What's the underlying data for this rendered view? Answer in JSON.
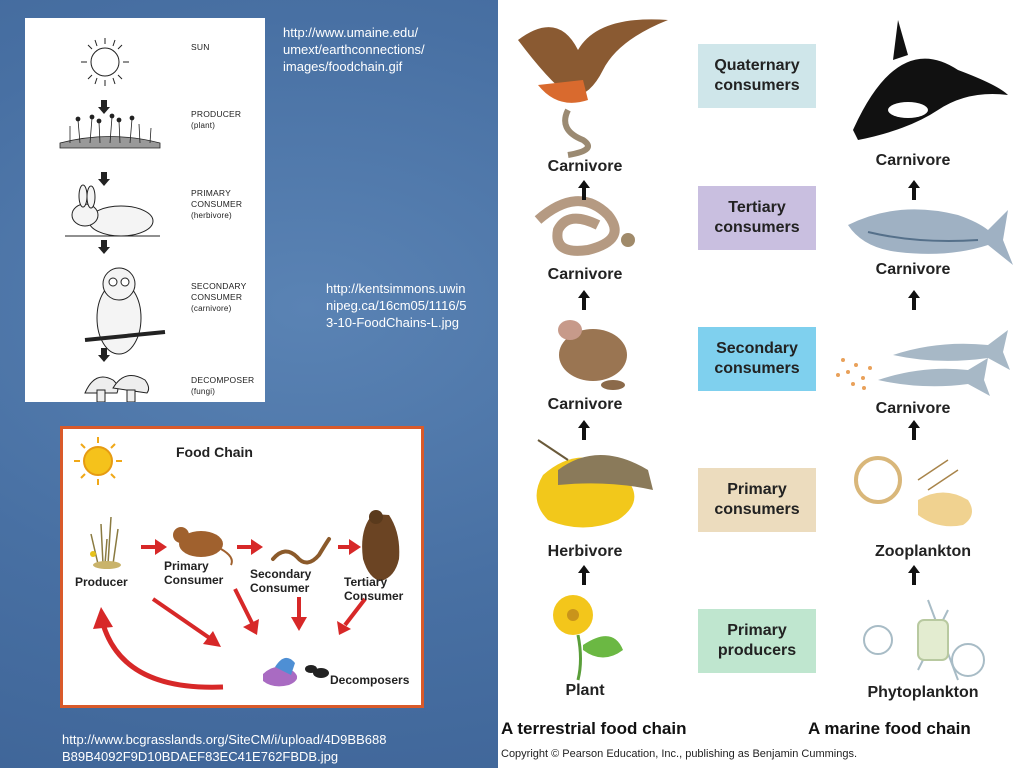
{
  "urls": {
    "umaine": [
      "http://www.umaine.edu/",
      "umext/earthconnections/",
      "images/foodchain.gif"
    ],
    "kentsimmons": [
      "http://kentsimmons.uwin",
      "nipeg.ca/16cm05/1116/5",
      "3-10-FoodChains-L.jpg"
    ],
    "bcgrasslands": [
      "http://www.bcgrasslands.org/SiteCM/i/upload/4D9BB688",
      "B89B4092F9D10BDAEF83EC41E762FBDB.jpg"
    ]
  },
  "basic_chain": {
    "levels": [
      {
        "name": "SUN",
        "sub": ""
      },
      {
        "name": "PRODUCER",
        "sub": "(plant)"
      },
      {
        "name": "PRIMARY CONSUMER",
        "sub": "(herbivore)"
      },
      {
        "name": "SECONDARY CONSUMER",
        "sub": "(carnivore)"
      },
      {
        "name": "DECOMPOSER",
        "sub": "(fungi)"
      }
    ]
  },
  "food_chain_panel": {
    "title": "Food Chain",
    "producer": "Producer",
    "primary": [
      "Primary",
      "Consumer"
    ],
    "secondary": [
      "Secondary",
      "Consumer"
    ],
    "tertiary": [
      "Tertiary",
      "Consumer"
    ],
    "decomposers": "Decomposers"
  },
  "comparison": {
    "tiers": [
      [
        "Quaternary",
        "consumers"
      ],
      [
        "Tertiary",
        "consumers"
      ],
      [
        "Secondary",
        "consumers"
      ],
      [
        "Primary",
        "consumers"
      ],
      [
        "Primary",
        "producers"
      ]
    ],
    "tier_colors": [
      "#cfe6ea",
      "#c9bfe0",
      "#7fd0ee",
      "#ecdcbe",
      "#bfe6cf"
    ],
    "terrestrial_labels": [
      "Carnivore",
      "Carnivore",
      "Carnivore",
      "Herbivore",
      "Plant"
    ],
    "marine_labels": [
      "Carnivore",
      "Carnivore",
      "Carnivore",
      "Zooplankton",
      "Phytoplankton"
    ],
    "terrestrial_title": "A terrestrial food chain",
    "marine_title": "A marine food chain",
    "copyright": "Copyright © Pearson Education, Inc., publishing as Benjamin Cummings."
  }
}
